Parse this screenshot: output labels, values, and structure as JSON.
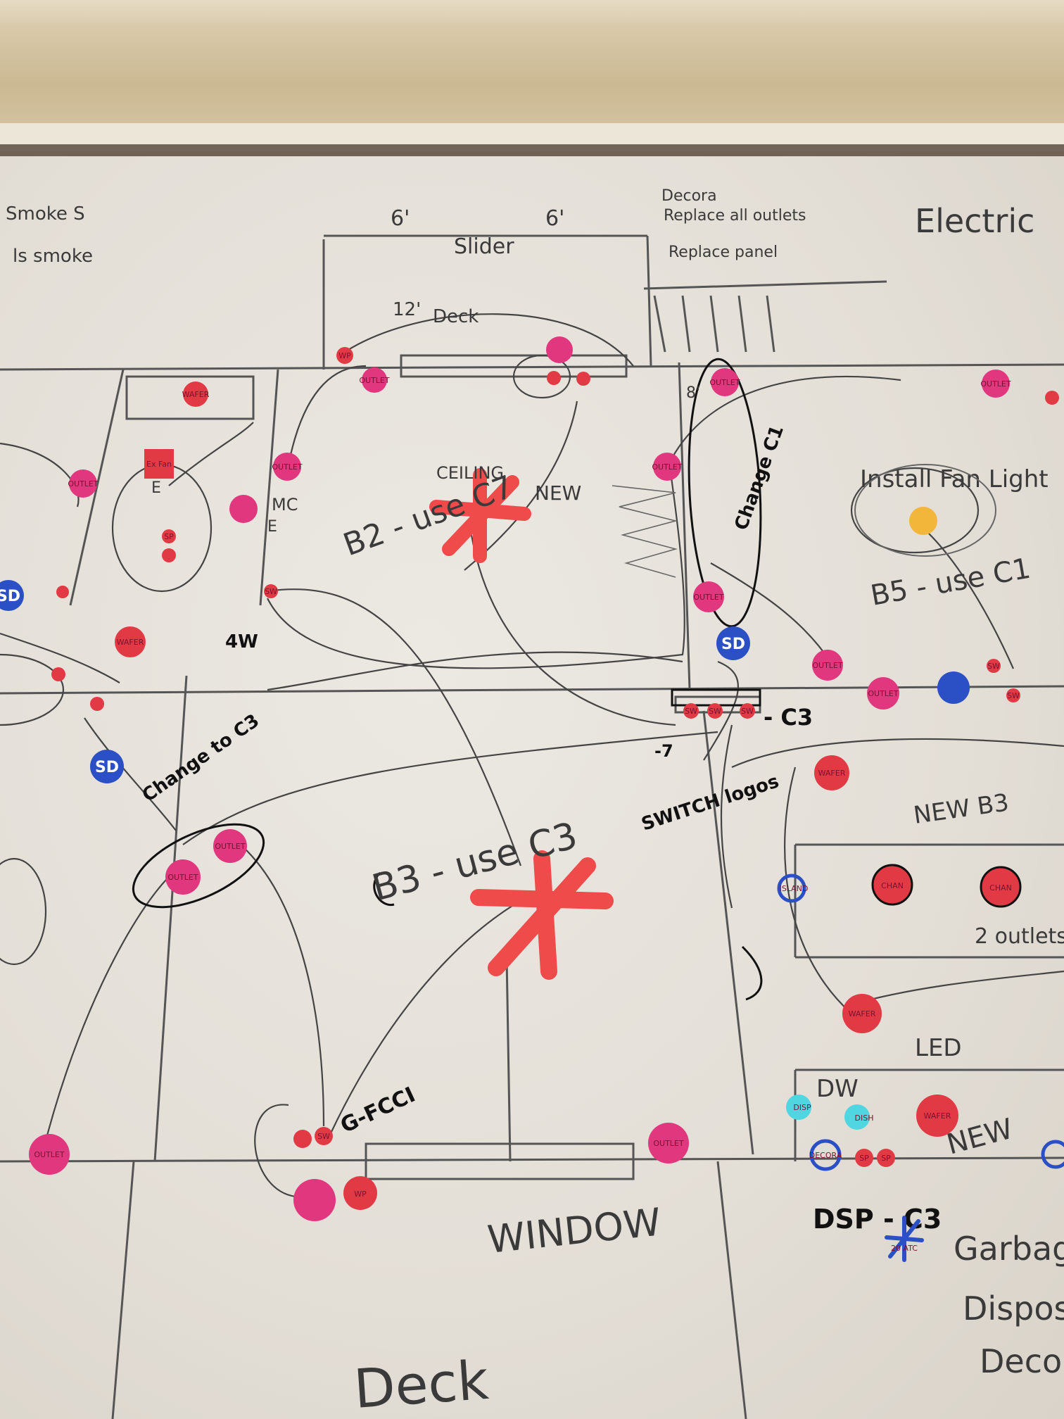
{
  "notes": {
    "top_left_1": "Smoke S",
    "top_left_2": "ls smoke",
    "decora": "Decora",
    "replace_outlets": "Replace all outlets",
    "replace_panel": "Replace panel",
    "title": "Electric",
    "slider_dim_left": "6'",
    "slider_dim_right": "6'",
    "slider": "Slider",
    "deck_dim": "12'",
    "deck_top": "Deck",
    "b2": "B2 - use C7",
    "ceiling": "CEILING",
    "new_top": "NEW",
    "change_c1": "Change C1",
    "install_fan_light": "Install Fan Light",
    "b5": "B5 - use C1",
    "change_c3": "Change to C3",
    "b3": "B3 - use C3",
    "switch_logos": "SWITCH logos",
    "c3_arrow": "- C3",
    "c7_arrow": "-7",
    "new_b3": "NEW B3",
    "two_outlets": "2 outlets",
    "led": "LED",
    "dw": "DW",
    "new_bottom": "NEW",
    "gfci": "G-FCCI",
    "window": "WINDOW",
    "disp_c3": "DSP - C3",
    "garbage": "Garbage",
    "disposal": "Disposal",
    "decora_bottom": "Deco",
    "deck_bottom": "Deck",
    "mc": "MC",
    "e1": "E",
    "e2": "E",
    "four_w": "4W",
    "eight": "8'"
  },
  "stickers": {
    "outlet": "OUTLET",
    "wafer": "WAFER",
    "sd": "SD",
    "sw": "SW",
    "sp": "SP",
    "wp": "WP",
    "ex_fan": "Ex Fan",
    "chan": "CHAN",
    "island": "ISLAND",
    "disp": "DISP",
    "dish": "DISH",
    "decora": "DECORA",
    "twenty_a": "20 ATC",
    "new_tag": "NEW"
  },
  "colors": {
    "outlet_pink": "#e0377f",
    "wafer_red": "#e23a45",
    "sd_blue": "#2b4fc4",
    "asterisk_red": "#ef4b4b",
    "fan_yellow": "#f2b63a",
    "cyan": "#4fd6e0",
    "pencil": "#4a4a4a",
    "marker": "#111111"
  }
}
